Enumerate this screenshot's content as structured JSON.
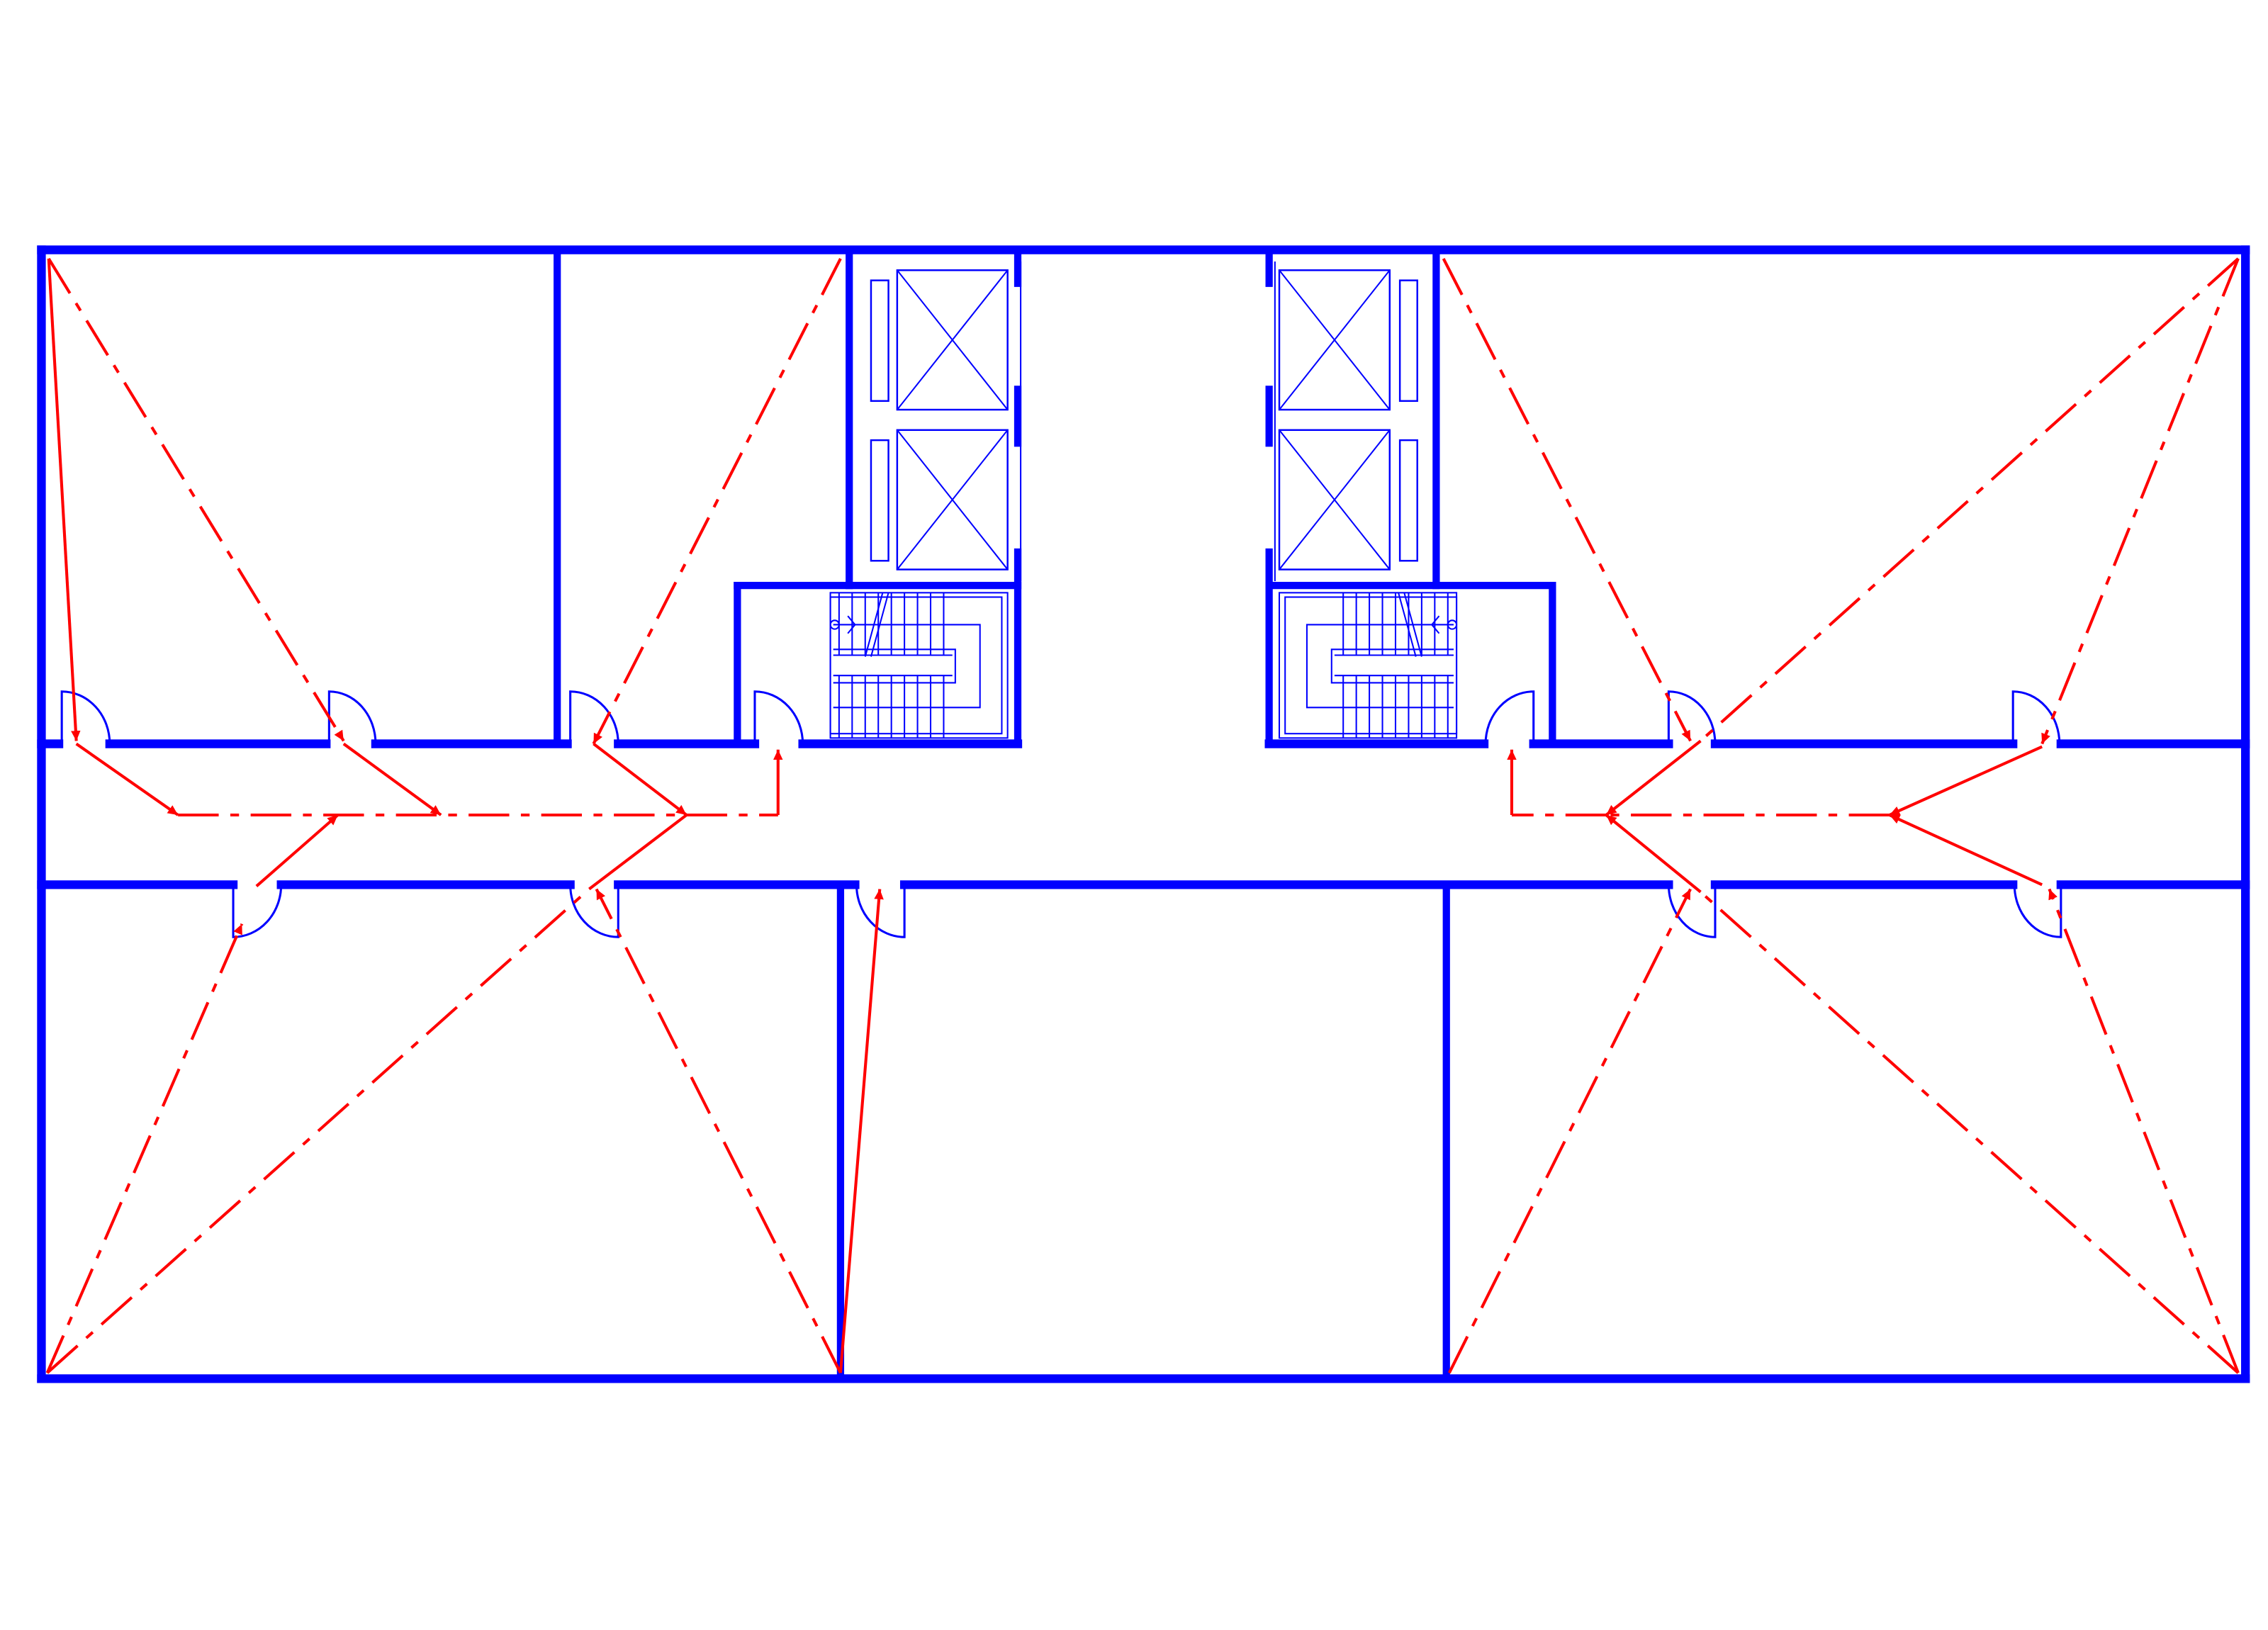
{
  "diagram": {
    "type": "floor-plan-evacuation-routes",
    "colors": {
      "background": "#ffffff",
      "walls": "#0000ff",
      "evacuation_routes": "#ff0000"
    },
    "elements": {
      "rooms": [
        "room-top-left",
        "room-top-middle",
        "elevator-shaft-left",
        "stairwell-left",
        "elevator-shaft-right",
        "stairwell-right",
        "room-top-right",
        "room-bottom-left",
        "room-bottom-middle",
        "room-bottom-right"
      ],
      "corridor": "central-corridor",
      "elevators": 4,
      "stairwells": 2,
      "icons": [
        "door-swing-icon",
        "elevator-icon",
        "staircase-icon",
        "arrow-icon"
      ]
    }
  }
}
